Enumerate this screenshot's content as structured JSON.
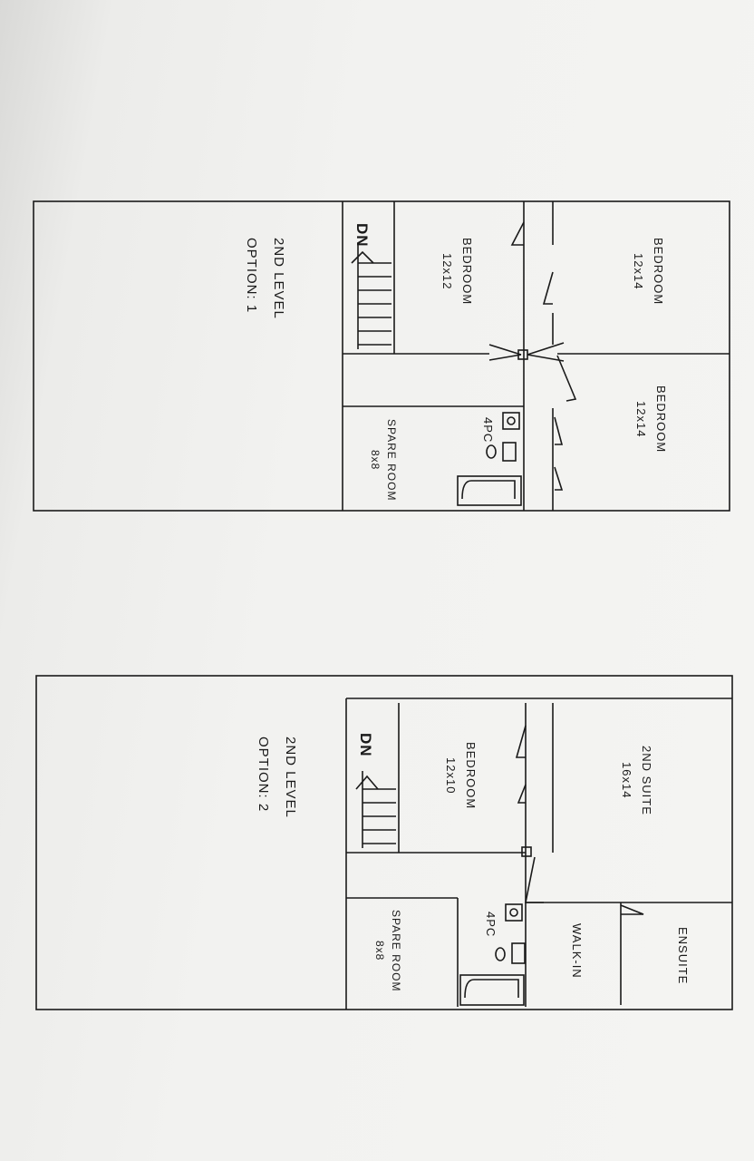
{
  "plans": [
    {
      "title": "2ND LEVEL",
      "option": "OPTION: 1",
      "rooms": [
        {
          "name": "BEDROOM",
          "size": "12x14"
        },
        {
          "name": "BEDROOM",
          "size": "12x12"
        },
        {
          "name": "BEDROOM",
          "size": "12x14"
        },
        {
          "name": "SPARE ROOM",
          "size": "8x8"
        },
        {
          "name": "4PC"
        }
      ],
      "stairs": "DN"
    },
    {
      "title": "2ND LEVEL",
      "option": "OPTION: 2",
      "rooms": [
        {
          "name": "2ND SUITE",
          "size": "16x14"
        },
        {
          "name": "BEDROOM",
          "size": "12x10"
        },
        {
          "name": "SPARE ROOM",
          "size": "8x8"
        },
        {
          "name": "4PC"
        },
        {
          "name": "WALK-IN"
        },
        {
          "name": "ENSUITE"
        }
      ],
      "stairs": "DN"
    }
  ]
}
